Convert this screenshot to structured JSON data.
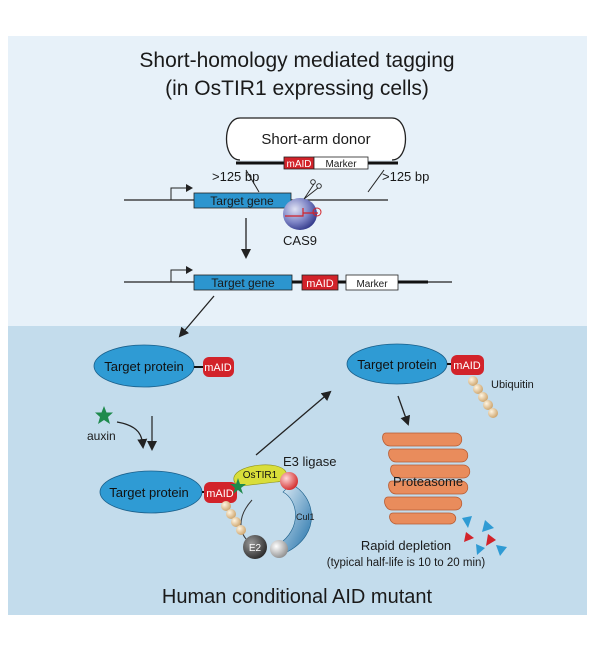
{
  "top_panel": {
    "title_line1": "Short-homology mediated tagging",
    "title_line2": "(in OsTIR1 expressing cells)",
    "donor_label": "Short-arm donor",
    "homology_left": ">125 bp",
    "homology_right": ">125 bp",
    "tag_label": "mAID",
    "marker_label": "Marker",
    "target_gene_label": "Target gene",
    "nuclease_label": "CAS9"
  },
  "bottom_panel": {
    "protein_label": "Target protein",
    "tag_label": "mAID",
    "auxin_label": "auxin",
    "e3_ligase_label": "E3 ligase",
    "ostir1_label": "OsTIR1",
    "cul1_label": "Cul1",
    "e2_label": "E2",
    "ubiquitin_label": "Ubiquitin",
    "proteasome_label": "Proteasome",
    "depletion_line1": "Rapid depletion",
    "depletion_line2": "(typical half-life is 10 to 20 min)",
    "footer_title": "Human conditional AID mutant"
  },
  "colors": {
    "top_bg": "#e7f1f9",
    "bottom_bg": "#c3dcec",
    "gene_blue": "#2c95cf",
    "tag_red": "#d2232a",
    "protein_blue": "#2f9bd4",
    "ostir1_yellow": "#d9de3a",
    "proteasome_orange": "#e98c5c",
    "ubiquitin_tan": "#e4c89a",
    "auxin_green": "#1e8a4c"
  }
}
